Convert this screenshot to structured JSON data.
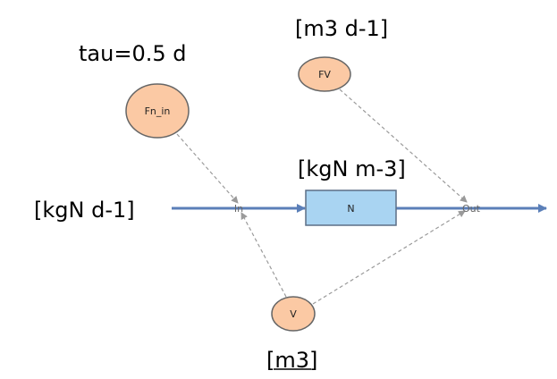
{
  "colors": {
    "flow": "#5b7fb8",
    "link": "#9a9a9a",
    "aux_fill": "#fbc9a4",
    "aux_stroke": "#666666",
    "stock_fill": "#a9d4f2",
    "stock_stroke": "#5c6f86"
  },
  "nodes": {
    "fn_in": "Fn_in",
    "fv": "FV",
    "v": "V",
    "stock": "N"
  },
  "flows": {
    "in": "In",
    "out": "Out"
  },
  "labels": {
    "tau": "tau=0.5 d",
    "fv_unit": "[m3 d-1]",
    "stock_unit": "[kgN m-3]",
    "inflow_unit": "[kgN d-1]",
    "v_unit": "[m3]"
  }
}
